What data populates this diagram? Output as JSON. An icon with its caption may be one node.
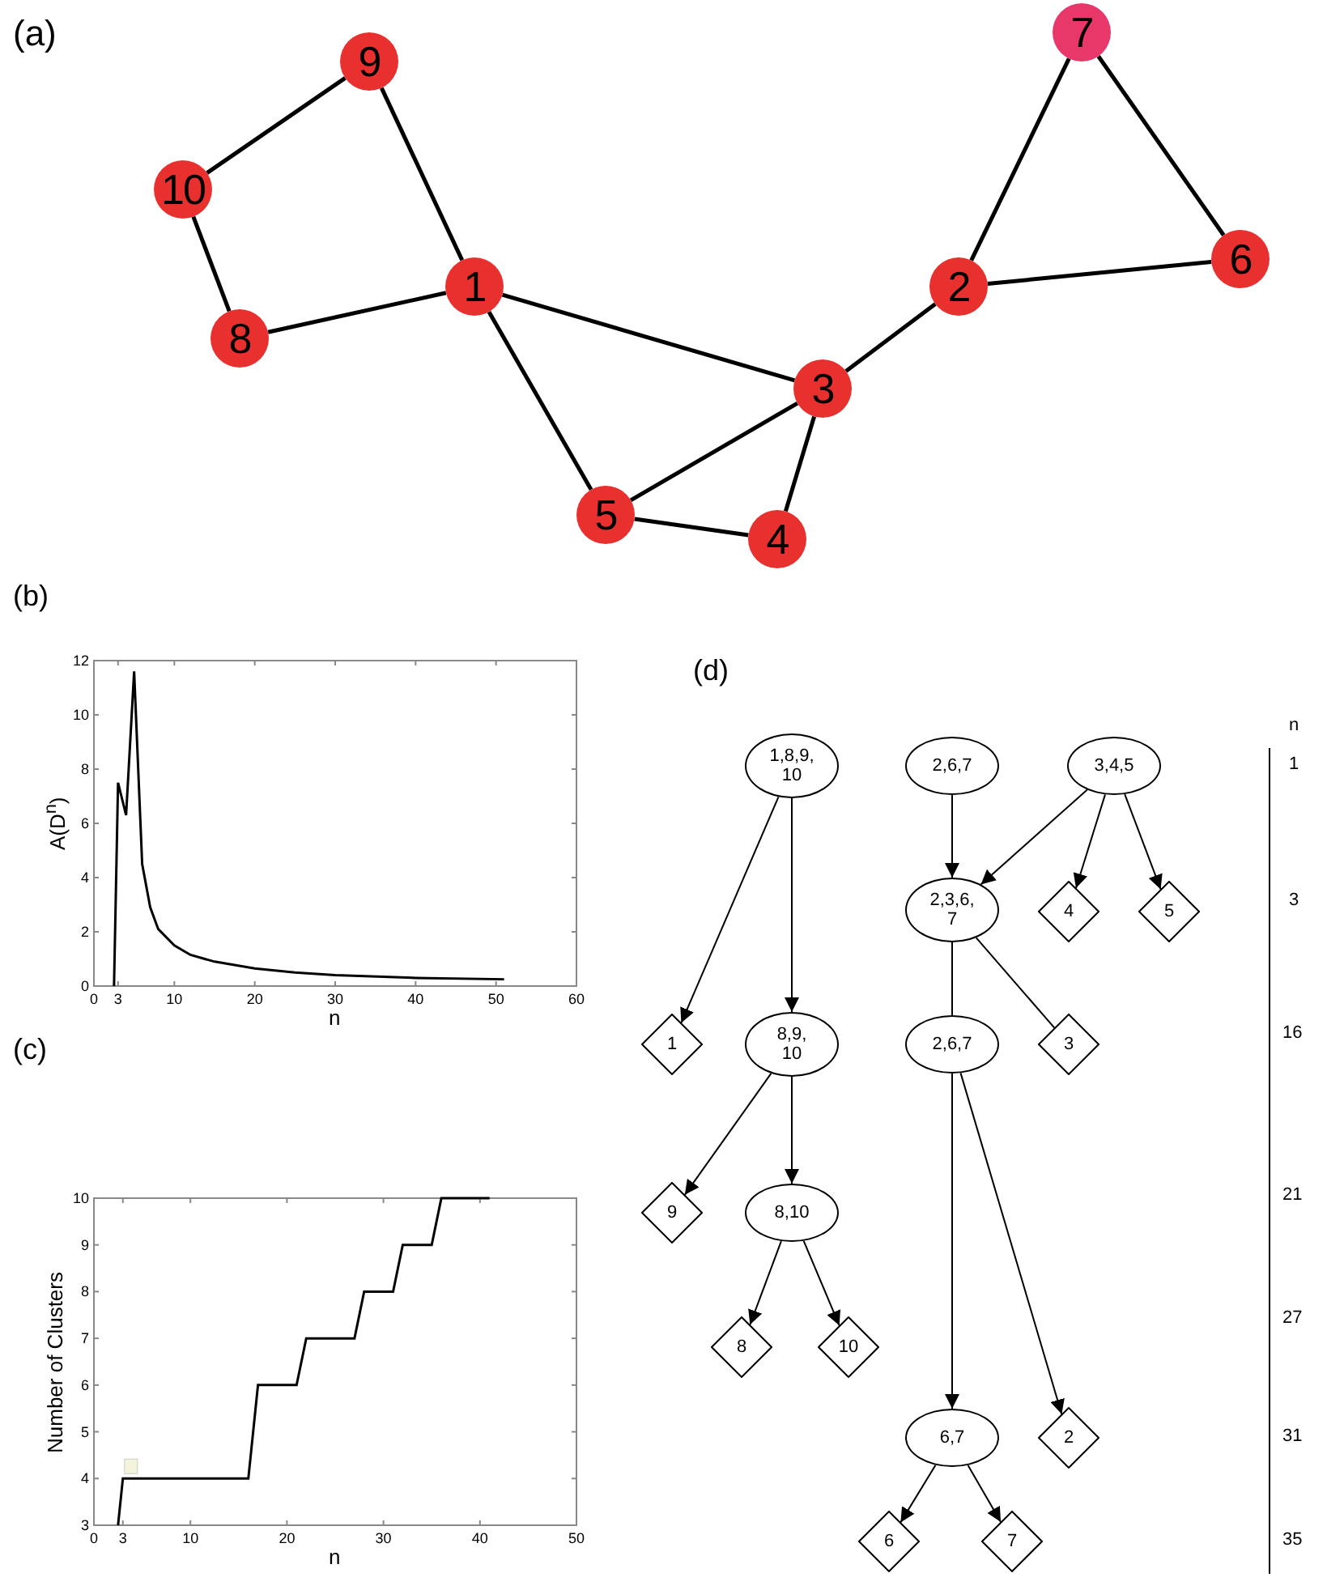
{
  "diagram": {
    "nodes": [
      {
        "text": [
          "1"
        ]
      },
      {
        "text": [
          "2"
        ]
      },
      {
        "text": [
          "3"
        ]
      },
      {
        "text": [
          "4"
        ]
      },
      {
        "text": [
          "5"
        ]
      },
      {
        "text": [
          "6"
        ]
      },
      {
        "text": [
          "7"
        ]
      },
      {
        "text": [
          "8"
        ]
      },
      {
        "text": [
          "9"
        ]
      },
      {
        "text": [
          "10"
        ]
      },
      {
        "text": [
          "1,8,9, 10"
        ]
      },
      {
        "text": [
          "2,6,7"
        ]
      },
      {
        "text": [
          "3,4,5"
        ]
      },
      {
        "text": [
          "2,3,6, 7"
        ]
      },
      {
        "text": [
          "4"
        ]
      },
      {
        "text": [
          "5"
        ]
      },
      {
        "text": [
          "1"
        ]
      },
      {
        "text": [
          "8,9, 10"
        ]
      },
      {
        "text": [
          "2,6,7"
        ]
      },
      {
        "text": [
          "3"
        ]
      },
      {
        "text": [
          "9"
        ]
      },
      {
        "text": [
          "8,10"
        ]
      },
      {
        "text": [
          "8"
        ]
      },
      {
        "text": [
          "10"
        ]
      },
      {
        "text": [
          "6,7"
        ]
      },
      {
        "text": [
          "2"
        ]
      },
      {
        "text": [
          "6"
        ]
      },
      {
        "text": [
          "7"
        ]
      }
    ],
    "edges": [
      {
        "from": 8,
        "to": 9,
        "arrow": "none",
        "style": "thick"
      },
      {
        "from": 8,
        "to": 0,
        "arrow": "none",
        "style": "thick"
      },
      {
        "from": 9,
        "to": 7,
        "arrow": "none",
        "style": "thick"
      },
      {
        "from": 7,
        "to": 0,
        "arrow": "none",
        "style": "thick"
      },
      {
        "from": 0,
        "to": 2,
        "arrow": "none",
        "style": "thick"
      },
      {
        "from": 0,
        "to": 4,
        "arrow": "none",
        "style": "thick"
      },
      {
        "from": 2,
        "to": 4,
        "arrow": "none",
        "style": "thick"
      },
      {
        "from": 2,
        "to": 3,
        "arrow": "none",
        "style": "thick"
      },
      {
        "from": 4,
        "to": 3,
        "arrow": "none",
        "style": "thick"
      },
      {
        "from": 2,
        "to": 1,
        "arrow": "none",
        "style": "thick"
      },
      {
        "from": 1,
        "to": 6,
        "arrow": "none",
        "style": "thick"
      },
      {
        "from": 1,
        "to": 5,
        "arrow": "none",
        "style": "thick"
      },
      {
        "from": 6,
        "to": 5,
        "arrow": "none",
        "style": "thick"
      },
      {
        "from": 10,
        "to": 16,
        "arrow": "to"
      },
      {
        "from": 10,
        "to": 17,
        "arrow": "to"
      },
      {
        "from": 11,
        "to": 13,
        "arrow": "to"
      },
      {
        "from": 12,
        "to": 13,
        "arrow": "to"
      },
      {
        "from": 12,
        "to": 14,
        "arrow": "to"
      },
      {
        "from": 12,
        "to": 15,
        "arrow": "to"
      },
      {
        "from": 13,
        "to": 18,
        "arrow": "none"
      },
      {
        "from": 13,
        "to": 19,
        "arrow": "none"
      },
      {
        "from": 17,
        "to": 20,
        "arrow": "to"
      },
      {
        "from": 17,
        "to": 21,
        "arrow": "to"
      },
      {
        "from": 18,
        "to": 24,
        "arrow": "to"
      },
      {
        "from": 18,
        "to": 25,
        "arrow": "to"
      },
      {
        "from": 21,
        "to": 22,
        "arrow": "to"
      },
      {
        "from": 21,
        "to": 23,
        "arrow": "to"
      },
      {
        "from": 24,
        "to": 26,
        "arrow": "to"
      },
      {
        "from": 24,
        "to": 27,
        "arrow": "to"
      }
    ],
    "labels": [
      "(a)",
      "(b)",
      "(c)",
      "(d)",
      "n",
      "1",
      "3",
      "16",
      "21",
      "27",
      "31",
      "35"
    ],
    "chart_data": [
      {
        "type": "line",
        "xlabel": "n",
        "ylabel": "A(D$^{n}$)",
        "xlim": [
          0,
          60
        ],
        "ylim": [
          0,
          12
        ],
        "xticks": [
          0,
          3,
          10,
          20,
          30,
          40,
          50,
          60
        ],
        "yticks": [
          0,
          2,
          4,
          6,
          8,
          10,
          12
        ],
        "x": [
          2.5,
          3,
          4,
          5,
          6,
          7,
          8,
          10,
          12,
          15,
          20,
          25,
          30,
          40,
          51
        ],
        "series": [
          {
            "color": "#000000",
            "values": [
              0,
              7.5,
              6.3,
              11.6,
              4.5,
              2.9,
              2.1,
              1.5,
              1.15,
              0.9,
              0.65,
              0.5,
              0.4,
              0.3,
              0.25
            ]
          }
        ]
      },
      {
        "type": "line",
        "xlabel": "n",
        "ylabel": "Number of Clusters",
        "xlim": [
          0,
          50
        ],
        "ylim": [
          3,
          10
        ],
        "xticks": [
          0,
          3,
          10,
          20,
          30,
          40,
          50
        ],
        "yticks": [
          3,
          4,
          5,
          6,
          7,
          8,
          9,
          10
        ],
        "x": [
          2.5,
          3,
          16,
          17,
          21,
          22,
          27,
          28,
          31,
          32,
          35,
          36,
          41
        ],
        "series": [
          {
            "color": "#000000",
            "values": [
              3,
              4,
              4,
              6,
              6,
              7,
              7,
              8,
              8,
              9,
              9,
              10,
              10
            ]
          }
        ]
      }
    ]
  }
}
